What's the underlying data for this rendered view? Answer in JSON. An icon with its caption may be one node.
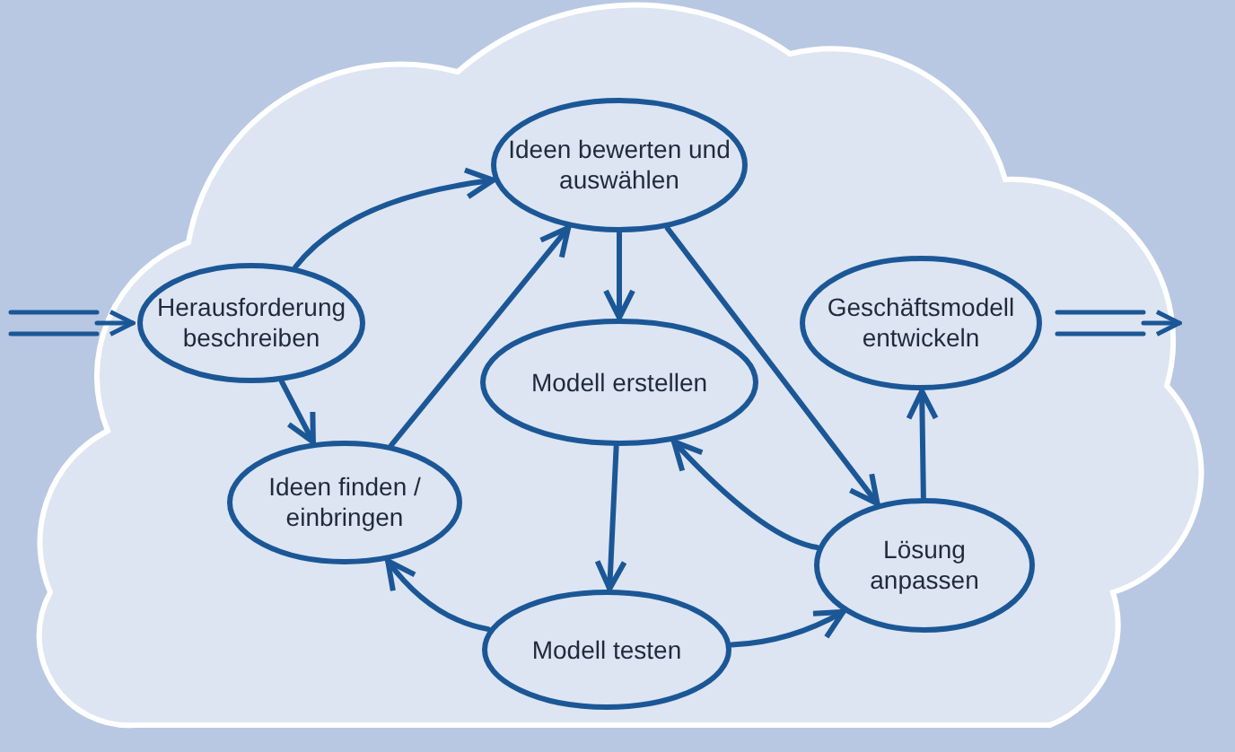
{
  "diagram": {
    "nodes": [
      {
        "text": [
          "Herausforderung beschreiben"
        ]
      },
      {
        "text": [
          "Ideen bewerten und auswählen"
        ]
      },
      {
        "text": [
          "Ideen finden / einbringen"
        ]
      },
      {
        "text": [
          "Modell erstellen"
        ]
      },
      {
        "text": [
          "Geschäftsmodell entwickeln"
        ]
      },
      {
        "text": [
          "Lösung anpassen"
        ]
      },
      {
        "text": [
          "Modell testen"
        ]
      }
    ],
    "edges": [
      {
        "from": null,
        "to": 0,
        "arrow": "to"
      },
      {
        "from": 0,
        "to": 1,
        "arrow": "to"
      },
      {
        "from": 0,
        "to": 2,
        "arrow": "to"
      },
      {
        "from": 2,
        "to": 1,
        "arrow": "to"
      },
      {
        "from": 1,
        "to": 3,
        "arrow": "to"
      },
      {
        "from": 1,
        "to": 5,
        "arrow": "to"
      },
      {
        "from": 3,
        "to": 6,
        "arrow": "to"
      },
      {
        "from": 6,
        "to": 2,
        "arrow": "to"
      },
      {
        "from": 6,
        "to": 5,
        "arrow": "to"
      },
      {
        "from": 5,
        "to": 3,
        "arrow": "to"
      },
      {
        "from": 5,
        "to": 4,
        "arrow": "to"
      },
      {
        "from": 4,
        "to": null,
        "arrow": "to"
      }
    ]
  }
}
